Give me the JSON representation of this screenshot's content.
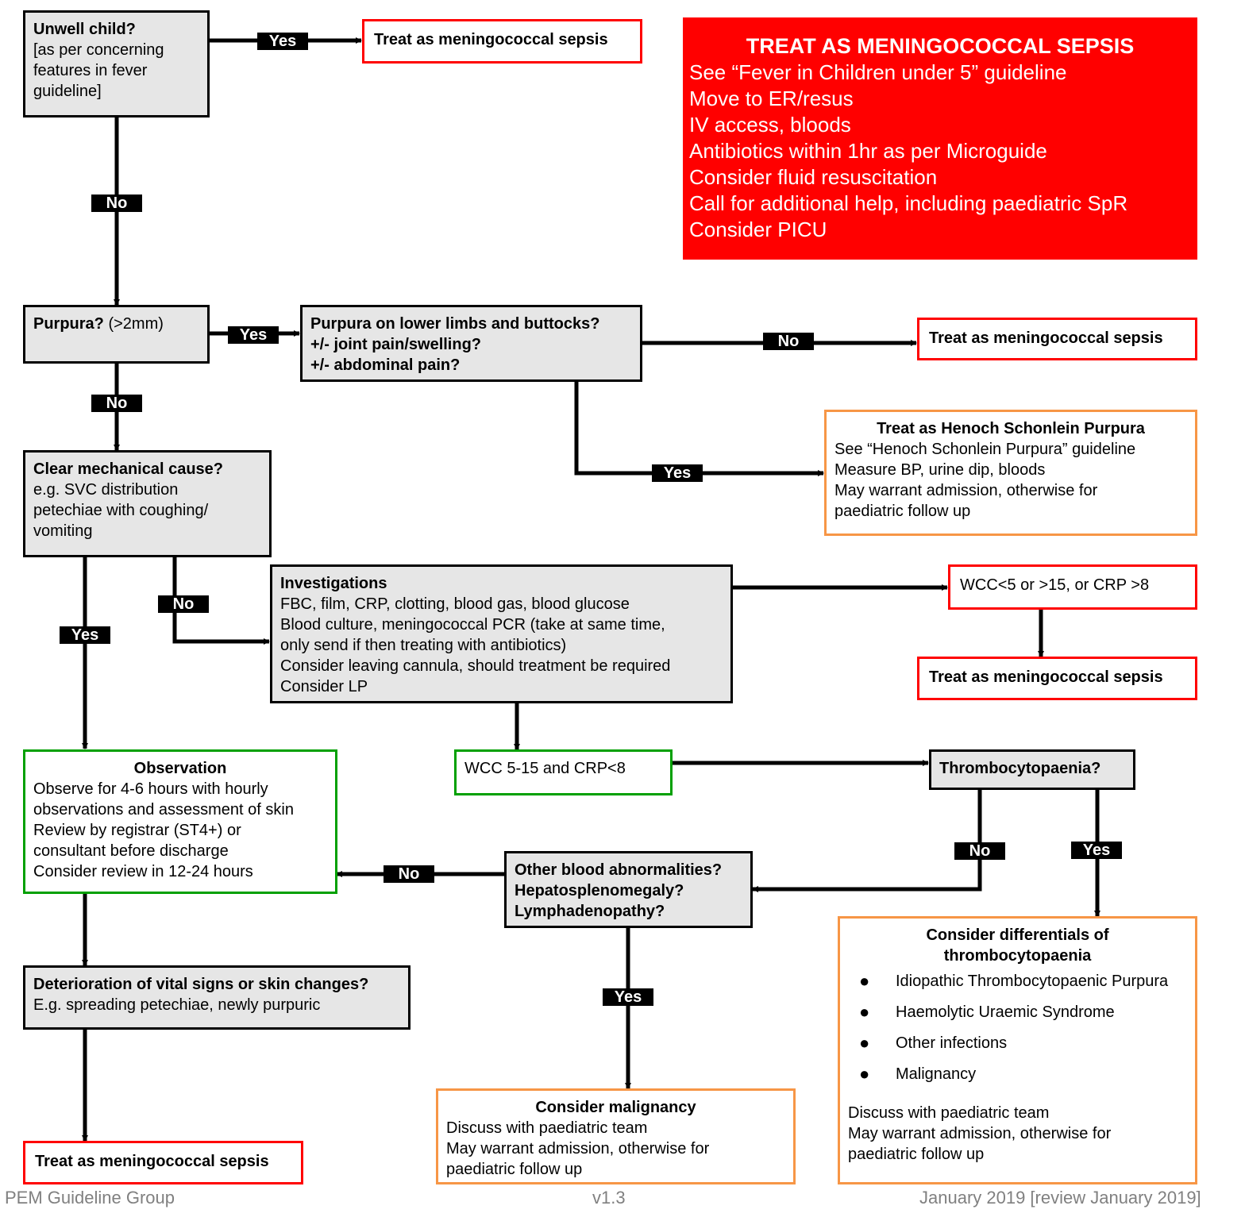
{
  "unwell": {
    "title": "Unwell child?",
    "lines": [
      "[as per concerning",
      "features in fever",
      "guideline]"
    ]
  },
  "treat_mening": "Treat as meningococcal sepsis",
  "big_red": {
    "title": "TREAT AS MENINGOCOCCAL SEPSIS",
    "lines": [
      "See “Fever in Children under 5” guideline",
      "Move to ER/resus",
      "IV access, bloods",
      "Antibiotics within 1hr as per Microguide",
      "Consider fluid resuscitation",
      "Call for additional help, including paediatric SpR",
      "Consider PICU"
    ]
  },
  "purpura": {
    "title": "Purpura?",
    "extra": " (>2mm)"
  },
  "purpura_lower": {
    "lines": [
      "Purpura on lower limbs and buttocks?",
      "+/- joint pain/swelling?",
      "+/- abdominal pain?"
    ]
  },
  "hsp": {
    "title": "Treat as Henoch Schonlein Purpura",
    "lines": [
      "See “Henoch Schonlein Purpura” guideline",
      "Measure BP, urine dip, bloods",
      "May warrant admission, otherwise for",
      "paediatric follow up"
    ]
  },
  "mechanical": {
    "title": "Clear mechanical cause?",
    "lines": [
      "e.g. SVC distribution",
      "petechiae with coughing/",
      "vomiting"
    ]
  },
  "investigations": {
    "title": "Investigations",
    "lines": [
      "FBC, film, CRP, clotting, blood gas, blood glucose",
      "Blood culture, meningococcal PCR (take at same time,",
      "only send if then treating with antibiotics)",
      "Consider leaving cannula, should treatment be required",
      "Consider LP"
    ]
  },
  "wcc_abnormal": "WCC<5 or >15, or CRP >8",
  "wcc_normal": "WCC 5-15 and CRP<8",
  "thrombo": "Thrombocytopaenia?",
  "observation": {
    "title": "Observation",
    "lines": [
      "Observe for 4-6 hours with hourly",
      "observations and assessment of skin",
      "Review by registrar (ST4+) or",
      "consultant before discharge",
      "Consider review in 12-24 hours"
    ]
  },
  "other_blood": {
    "lines": [
      "Other blood abnormalities?",
      "Hepatosplenomegaly?",
      "Lymphadenopathy?"
    ]
  },
  "differentials": {
    "title_lines": [
      "Consider differentials of",
      "thrombocytopaenia"
    ],
    "bullets": [
      "Idiopathic Thrombocytopaenic Purpura",
      "Haemolytic Uraemic Syndrome",
      "Other infections",
      "Malignancy"
    ],
    "lines": [
      "Discuss with paediatric team",
      "May warrant admission, otherwise for",
      "paediatric follow up"
    ]
  },
  "deterioration": {
    "title": "Deterioration of vital signs or skin changes?",
    "line": "E.g. spreading petechiae, newly purpuric"
  },
  "malignancy": {
    "title": "Consider malignancy",
    "lines": [
      "Discuss with paediatric team",
      "May warrant admission, otherwise for",
      "paediatric follow up"
    ]
  },
  "labels": {
    "yes": "Yes",
    "no": "No"
  },
  "footer": {
    "left": "PEM Guideline Group",
    "center": "v1.3",
    "right": "January 2019 [review January 2019]"
  }
}
